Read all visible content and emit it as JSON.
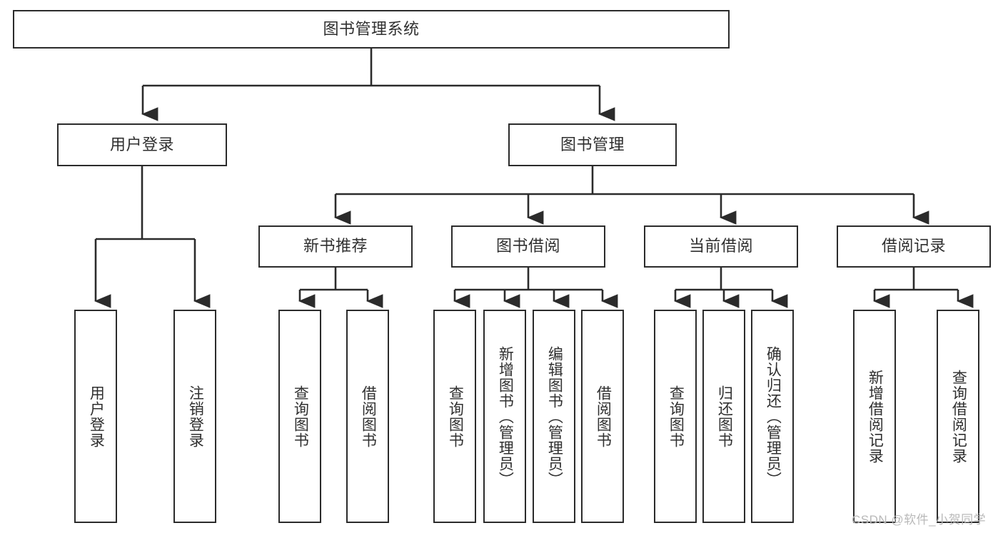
{
  "diagram": {
    "title": "图书管理系统",
    "type": "tree-hierarchy",
    "watermark": "CSDN @软件_小贺同学",
    "colors": {
      "box_border": "#2b2b2b",
      "box_fill": "#ffffff",
      "connector": "#2b2b2b",
      "text": "#2f2f2f",
      "watermark": "#b9b9b9",
      "background": "#ffffff"
    },
    "root": {
      "label": "图书管理系统"
    },
    "level2": [
      {
        "label": "用户登录"
      },
      {
        "label": "图书管理"
      }
    ],
    "level3": [
      {
        "label": "新书推荐"
      },
      {
        "label": "图书借阅"
      },
      {
        "label": "当前借阅"
      },
      {
        "label": "借阅记录"
      }
    ],
    "leaves_user_login": [
      {
        "label": "用户登录"
      },
      {
        "label": "注销登录"
      }
    ],
    "leaves_new_book": [
      {
        "label": "查询图书"
      },
      {
        "label": "借阅图书"
      }
    ],
    "leaves_borrow": [
      {
        "label": "查询图书"
      },
      {
        "label": "新增图书（管理员）"
      },
      {
        "label": "编辑图书（管理员）"
      },
      {
        "label": "借阅图书"
      }
    ],
    "leaves_current": [
      {
        "label": "查询图书"
      },
      {
        "label": "归还图书"
      },
      {
        "label": "确认归还（管理员）"
      }
    ],
    "leaves_records": [
      {
        "label": "新增借阅记录"
      },
      {
        "label": "查询借阅记录"
      }
    ]
  }
}
